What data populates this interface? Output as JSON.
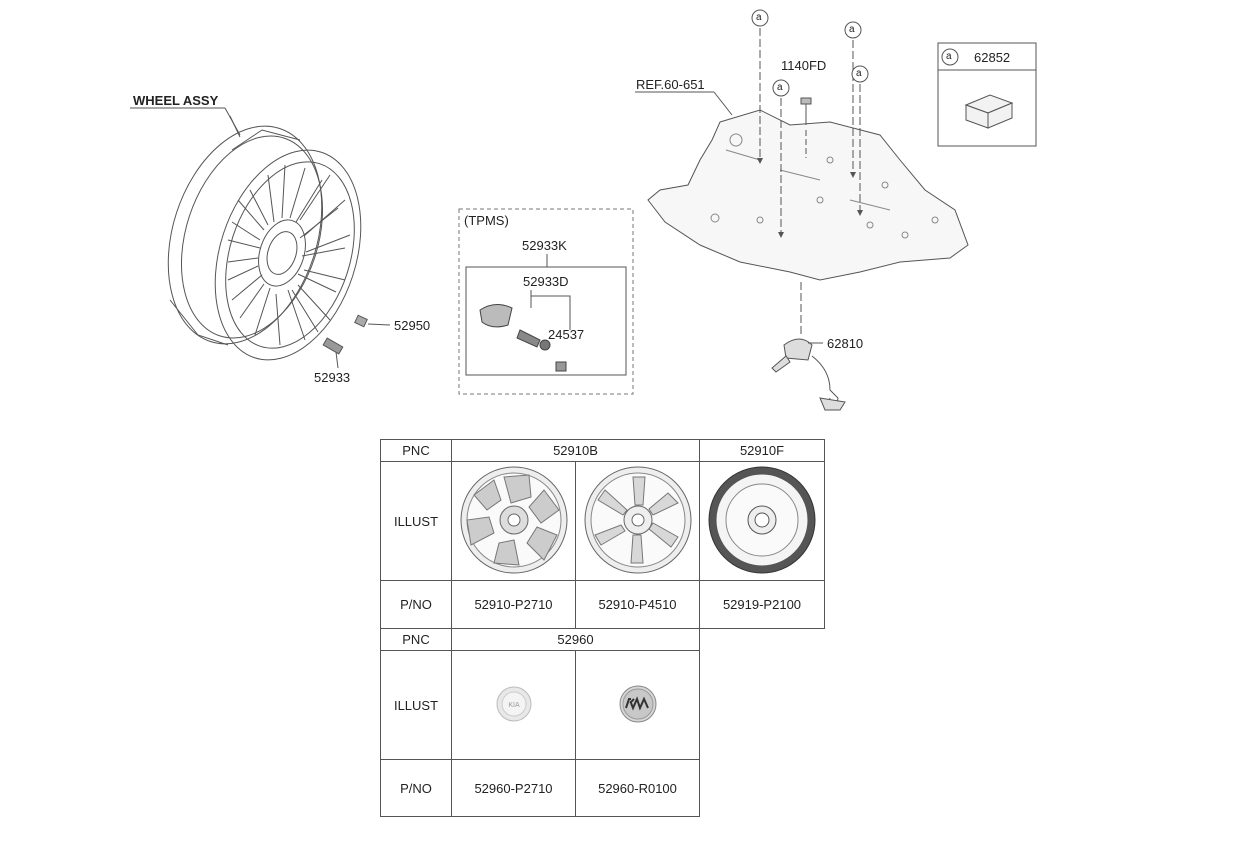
{
  "labels": {
    "wheel_assy": "WHEEL ASSY",
    "p52950": "52950",
    "p52933": "52933",
    "tpms": "(TPMS)",
    "p52933K": "52933K",
    "p52933D": "52933D",
    "p24537": "24537",
    "ref": "REF.60-651",
    "p1140FD": "1140FD",
    "p62810": "62810",
    "p62852": "62852",
    "a": "a"
  },
  "table1": {
    "pnc_label": "PNC",
    "illust_label": "ILLUST",
    "pno_label": "P/NO",
    "pnc_b": "52910B",
    "pnc_f": "52910F",
    "pno": [
      "52910-P2710",
      "52910-P4510",
      "52919-P2100"
    ]
  },
  "table2": {
    "pnc_label": "PNC",
    "illust_label": "ILLUST",
    "pno_label": "P/NO",
    "pnc": "52960",
    "pno": [
      "52960-P2710",
      "52960-R0100"
    ]
  },
  "colors": {
    "line": "#555555",
    "fill_light": "#e6e6e6",
    "fill_mid": "#c8c8c8"
  }
}
